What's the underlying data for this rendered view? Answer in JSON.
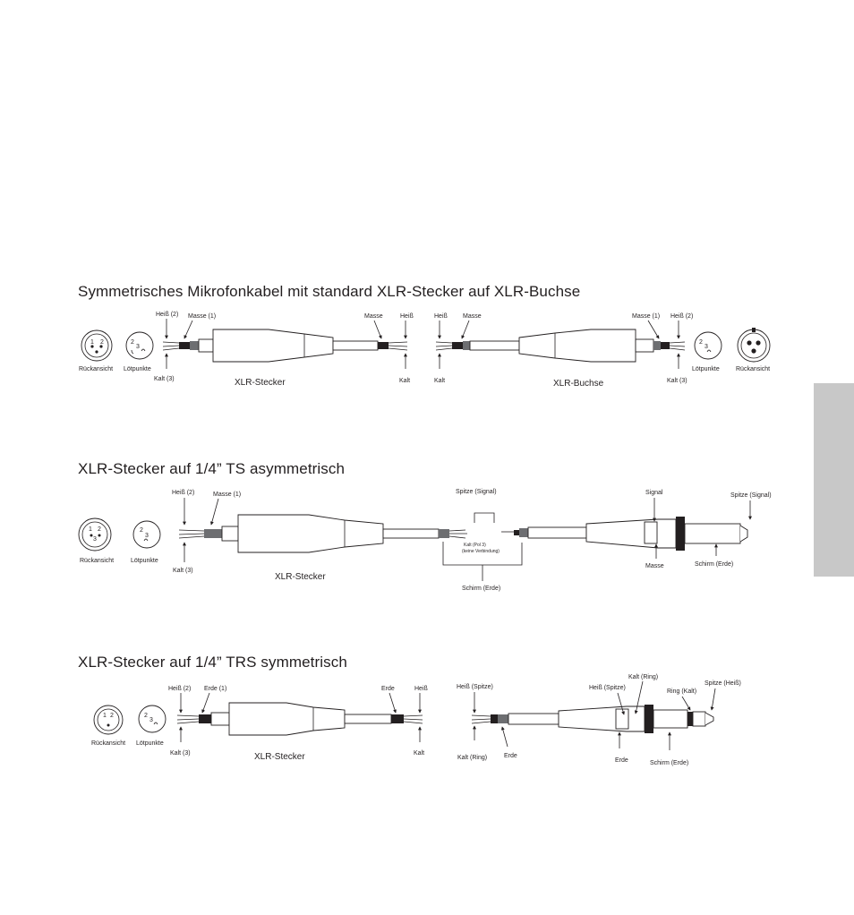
{
  "section1": {
    "title": "Symmetrisches Mikrofonkabel mit standard XLR-Stecker auf XLR-Buchse",
    "rueckansicht_left": "Rückansicht",
    "loetpunkte_left": "Lötpunkte",
    "heiss2_left": "Heiß (2)",
    "masse1_left": "Masse (1)",
    "kalt3_left": "Kalt (3)",
    "plug_label": "XLR-Stecker",
    "masse_mid": "Masse",
    "heiss_mid": "Heiß",
    "kalt_mid": "Kalt",
    "heiss_mid2": "Heiß",
    "masse_mid2": "Masse",
    "kalt_mid2": "Kalt",
    "jack_label": "XLR-Buchse",
    "masse1_right": "Masse (1)",
    "heiss2_right": "Heiß (2)",
    "kalt3_right": "Kalt (3)",
    "loetpunkte_right": "Lötpunkte",
    "rueckansicht_right": "Rückansicht"
  },
  "section2": {
    "title": "XLR-Stecker auf 1/4” TS asymmetrisch",
    "heiss2": "Heiß (2)",
    "masse1": "Masse (1)",
    "kalt3": "Kalt (3)",
    "rueckansicht": "Rückansicht",
    "loetpunkte": "Lötpunkte",
    "plug_label": "XLR-Stecker",
    "spitze_signal_top": "Spitze (Signal)",
    "kalt_pol3": "Kalt (Pol 3)",
    "keine_verbindung": "(keine Verbindung)",
    "schirm_erde_bottom": "Schirm (Erde)",
    "signal": "Signal",
    "masse": "Masse",
    "spitze_signal_right": "Spitze (Signal)",
    "schirm_erde_right": "Schirm (Erde)"
  },
  "section3": {
    "title": "XLR-Stecker auf 1/4” TRS symmetrisch",
    "heiss2": "Heiß (2)",
    "erde1": "Erde (1)",
    "kalt3": "Kalt (3)",
    "rueckansicht": "Rückansicht",
    "loetpunkte": "Lötpunkte",
    "plug_label": "XLR-Stecker",
    "erde_mid": "Erde",
    "heiss_mid": "Heiß",
    "kalt_mid": "Kalt",
    "heiss_spitze_left": "Heiß (Spitze)",
    "kalt_ring_left": "Kalt (Ring)",
    "erde_left": "Erde",
    "kalt_ring_top": "Kalt (Ring)",
    "heiss_spitze_top": "Heiß (Spitze)",
    "ring_kalt": "Ring (Kalt)",
    "spitze_heiss": "Spitze (Heiß)",
    "erde_bottom": "Erde",
    "schirm_erde": "Schirm (Erde)"
  },
  "pins": {
    "p1": "1",
    "p2": "2",
    "p3": "3"
  }
}
